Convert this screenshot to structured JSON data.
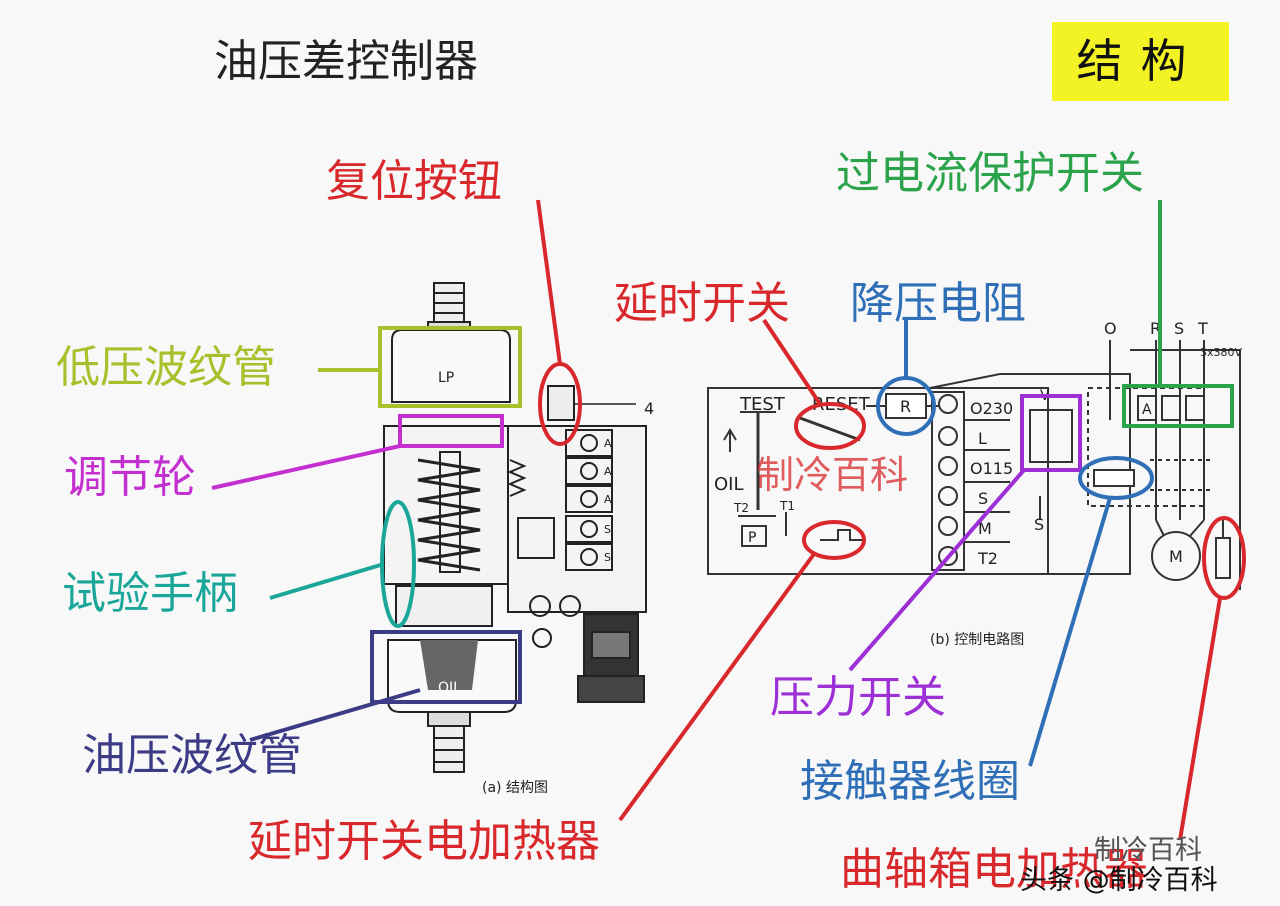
{
  "title": "油压差控制器",
  "badge": "结构",
  "labels": {
    "reset_button": "复位按钮",
    "overcurrent_switch": "过电流保护开关",
    "delay_switch": "延时开关",
    "reducing_resistor": "降压电阻",
    "low_pressure_bellows": "低压波纹管",
    "adjust_wheel": "调节轮",
    "test_handle": "试验手柄",
    "oil_bellows": "油压波纹管",
    "pressure_switch": "压力开关",
    "contactor_coil": "接触器线圈",
    "delay_heater": "延时开关电加热器",
    "crankcase_heater": "曲轴箱电加热器"
  },
  "figure_a": {
    "lp": "LP",
    "oil": "OIL",
    "num4": "4",
    "caption": "(a) 结构图",
    "terminals": [
      "A",
      "A",
      "A",
      "S",
      "S"
    ]
  },
  "figure_b": {
    "test": "TEST",
    "reset": "RESET",
    "oil": "OIL",
    "t2": "T2",
    "t1": "T1",
    "p": "P",
    "r": "R",
    "terms": [
      "O230",
      "L",
      "O115",
      "S",
      "M",
      "T2"
    ],
    "v": "V",
    "s": "S",
    "a": "A",
    "m": "M",
    "phases": [
      "O",
      "R",
      "S",
      "T"
    ],
    "voltage": "3x380V",
    "caption": "(b) 控制电路图",
    "watermark": "制冷百科"
  },
  "watermark": {
    "top": "制冷百科",
    "bottom": "头条 @制冷百科"
  },
  "colors": {
    "red": "#d8282c",
    "green": "#2aa34a",
    "lime": "#a9bf2c",
    "magenta": "#c42fd0",
    "teal": "#1aa79a",
    "navy": "#3c3c86",
    "blue": "#2f6fb7",
    "purple": "#9c2fd6",
    "badge_bg": "#f2f224"
  }
}
